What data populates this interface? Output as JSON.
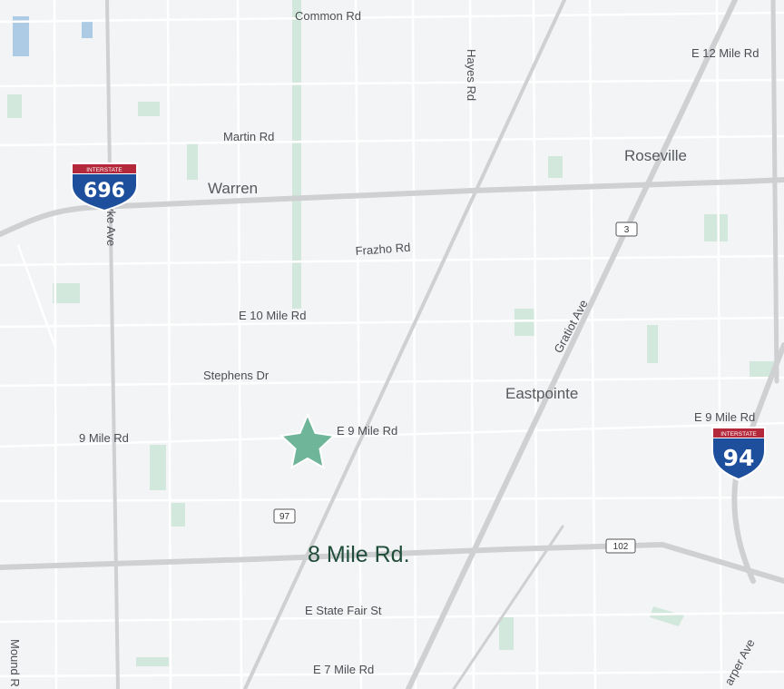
{
  "map": {
    "highlight_label": "8 Mile Rd.",
    "cities": {
      "warren": "Warren",
      "roseville": "Roseville",
      "eastpointe": "Eastpointe"
    },
    "roads": {
      "common_rd": "Common Rd",
      "hayes_rd": "Hayes Rd",
      "e_12_mile_rd": "E 12 Mile Rd",
      "martin_rd": "Martin Rd",
      "van_dyke_ave": "yke Ave",
      "frazho_rd": "Frazho Rd",
      "e_10_mile_rd": "E 10 Mile Rd",
      "gratiot_ave": "Gratiot Ave",
      "stephens_dr": "Stephens Dr",
      "e_9_mile_rd": "E 9 Mile Rd",
      "nine_mile_rd": "9 Mile Rd",
      "e_9_mile_rd_east": "E 9 Mile Rd",
      "e_state_fair_st": "E State Fair St",
      "e_7_mile_rd": "E 7 Mile Rd",
      "mound_rd": "Mound R",
      "harper_ave": "arper Ave"
    },
    "shields": {
      "i696": {
        "top": "INTERSTATE",
        "number": "696"
      },
      "i94": {
        "top": "INTERSTATE",
        "number": "94"
      },
      "m3": "3",
      "m97": "97",
      "m102": "102"
    },
    "marker": {
      "icon": "star-icon",
      "color": "#6fb59a"
    },
    "colors": {
      "background": "#f3f4f6",
      "road": "#ffffff",
      "highway": "#c9cacc",
      "park": "#d2e8dc",
      "water": "#aecbe6",
      "interstate_red": "#b3283a",
      "interstate_blue": "#1d4f9c",
      "highlight_text": "#1f4d3a"
    }
  }
}
